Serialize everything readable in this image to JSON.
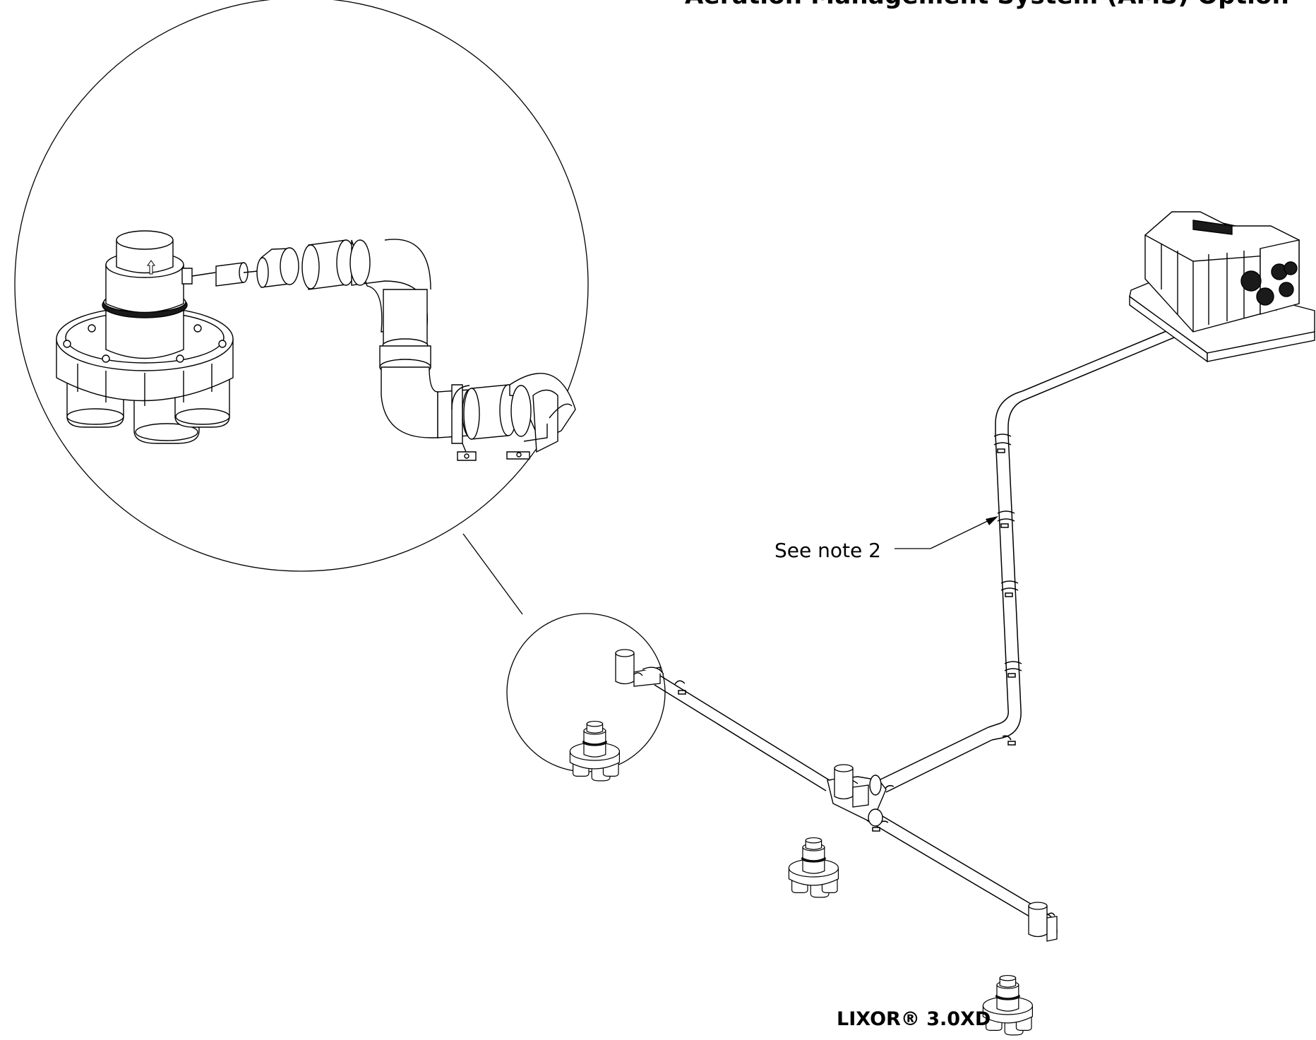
{
  "diagram": {
    "title": "Aeration Management System (AMS) Option",
    "note_callout": "See note 2",
    "model_label": "LIXOR® 3.0XD"
  },
  "colors": {
    "line": "#000000",
    "background": "#ffffff",
    "fill_dark": "#1a1a1a",
    "fill_light": "#ffffff"
  }
}
